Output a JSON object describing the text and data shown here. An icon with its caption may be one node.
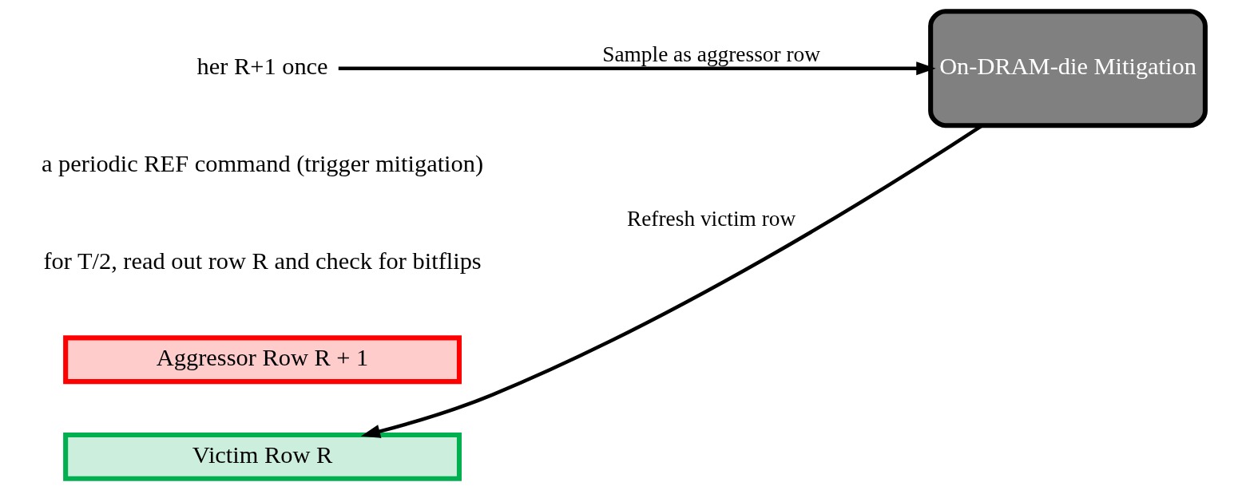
{
  "diagram": {
    "nodes": [
      {
        "text": [
          "her R+1 once"
        ]
      },
      {
        "text": [
          "On-DRAM-die Mitigation"
        ]
      },
      {
        "text": [
          "Aggressor Row R + 1"
        ]
      },
      {
        "text": [
          "Victim Row R"
        ]
      }
    ],
    "edges": [
      {
        "from": 0,
        "to": 1,
        "arrow": "to",
        "label": "Sample as aggressor row"
      },
      {
        "from": 1,
        "to": 3,
        "arrow": "to",
        "label": "Refresh victim row"
      }
    ],
    "labels": [
      "a periodic REF command (trigger mitigation)",
      "for T/2, read out row R and check for bitflips"
    ]
  }
}
